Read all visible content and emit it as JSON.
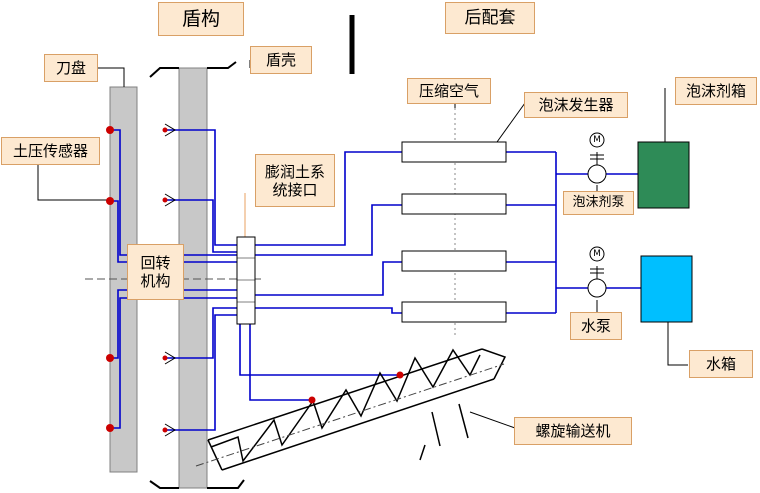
{
  "headers": {
    "shield": "盾构",
    "backup": "后配套"
  },
  "labels": {
    "cutterhead": "刀盘",
    "shell": "盾壳",
    "earth_pressure_sensor": "土压传感器",
    "rotary_mechanism": "回转机构",
    "bentonite_interface": "膨润土系统接口",
    "compressed_air": "压缩空气",
    "foam_generator": "泡沫发生器",
    "foam_tank": "泡沫剂箱",
    "foam_pump": "泡沫剂泵",
    "water_pump": "水泵",
    "water_tank": "水箱",
    "screw_conveyor": "螺旋输送机",
    "motor_symbol": "M"
  },
  "colors": {
    "label_fill": "#fde9d1",
    "label_border": "#d9a066",
    "bar_fill": "#c8c8c8",
    "pipe": "#0000cc",
    "sensor": "#cc0000",
    "foam_tank_fill": "#2e8b57",
    "water_tank_fill": "#00bfff"
  }
}
